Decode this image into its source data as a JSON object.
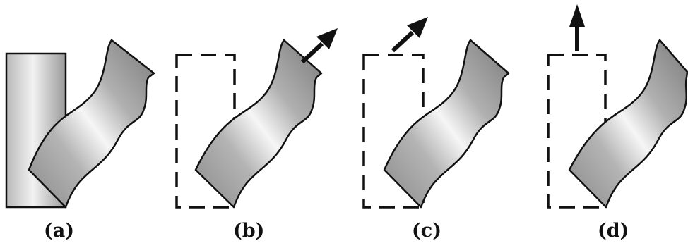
{
  "figure": {
    "panels": [
      {
        "label": "(a)",
        "rect_style": "solid",
        "arrow": "none"
      },
      {
        "label": "(b)",
        "rect_style": "dashed",
        "arrow": "diagonal-from-shape"
      },
      {
        "label": "(c)",
        "rect_style": "dashed",
        "arrow": "diagonal-from-rect"
      },
      {
        "label": "(d)",
        "rect_style": "dashed",
        "arrow": "vertical-from-rect"
      }
    ],
    "colors": {
      "outline": "#111111",
      "metal_dark": "#7d7d7d",
      "metal_light": "#f4f4f4",
      "background": "#ffffff"
    }
  }
}
